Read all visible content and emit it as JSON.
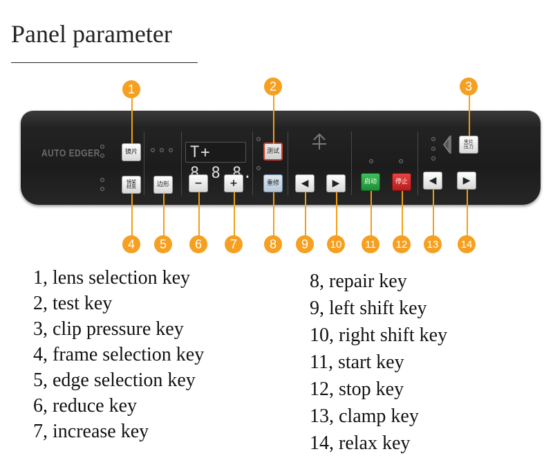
{
  "title": "Panel parameter",
  "panel": {
    "brand": "AUTO EDGER",
    "display": "T+ 8.8.8.",
    "keys": {
      "lens": "镜片",
      "frame": "镜架\n材质",
      "edge": "边形",
      "minus": "−",
      "plus": "+",
      "test": "测试",
      "repair": "重修",
      "left": "◀",
      "right": "▶",
      "start": "启动",
      "stop": "停止",
      "clamp": "◀",
      "relax": "▶",
      "clip": "夹片\n压力"
    }
  },
  "callouts": [
    "1",
    "2",
    "3",
    "4",
    "5",
    "6",
    "7",
    "8",
    "9",
    "10",
    "11",
    "12",
    "13",
    "14"
  ],
  "legend": {
    "left": [
      "1, lens selection key",
      "2, test key",
      "3, clip pressure key",
      "4, frame selection key",
      "5, edge selection key",
      "6, reduce key",
      "7, increase key"
    ],
    "right": [
      "8, repair key",
      "9, left shift key",
      "10, right shift key",
      "11, start key",
      "12, stop key",
      "13, clamp key",
      "14, relax key"
    ]
  },
  "colors": {
    "callout": "#f5a020",
    "stop": "#d33c2c",
    "start": "#2aa845"
  }
}
